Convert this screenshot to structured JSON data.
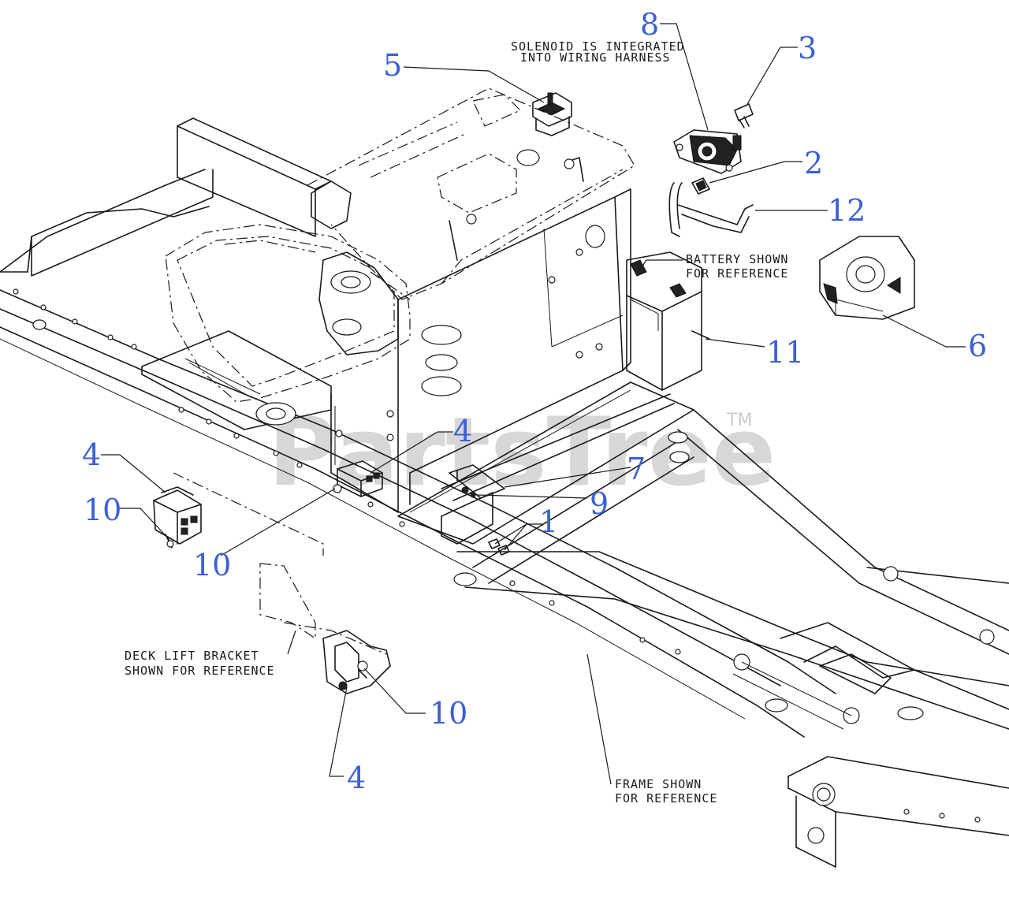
{
  "watermark": {
    "brand": "PartsTree",
    "trademark": "TM"
  },
  "notes": {
    "solenoid_line1": "SOLENOID IS INTEGRATED",
    "solenoid_line2": "INTO WIRING HARNESS",
    "battery_line1": "BATTERY SHOWN",
    "battery_line2": "FOR REFERENCE",
    "deck_line1": "DECK LIFT BRACKET",
    "deck_line2": "SHOWN FOR REFERENCE",
    "frame_line1": "FRAME SHOWN",
    "frame_line2": "FOR REFERENCE"
  },
  "callouts": [
    "8",
    "3",
    "5",
    "2",
    "12",
    "6",
    "11",
    "4",
    "7",
    "9",
    "1",
    "4",
    "10",
    "10",
    "10",
    "4"
  ],
  "colors": {
    "callout": "#3b5fd8",
    "line": "#1a1a1a",
    "watermark": "#8c8c8c"
  }
}
